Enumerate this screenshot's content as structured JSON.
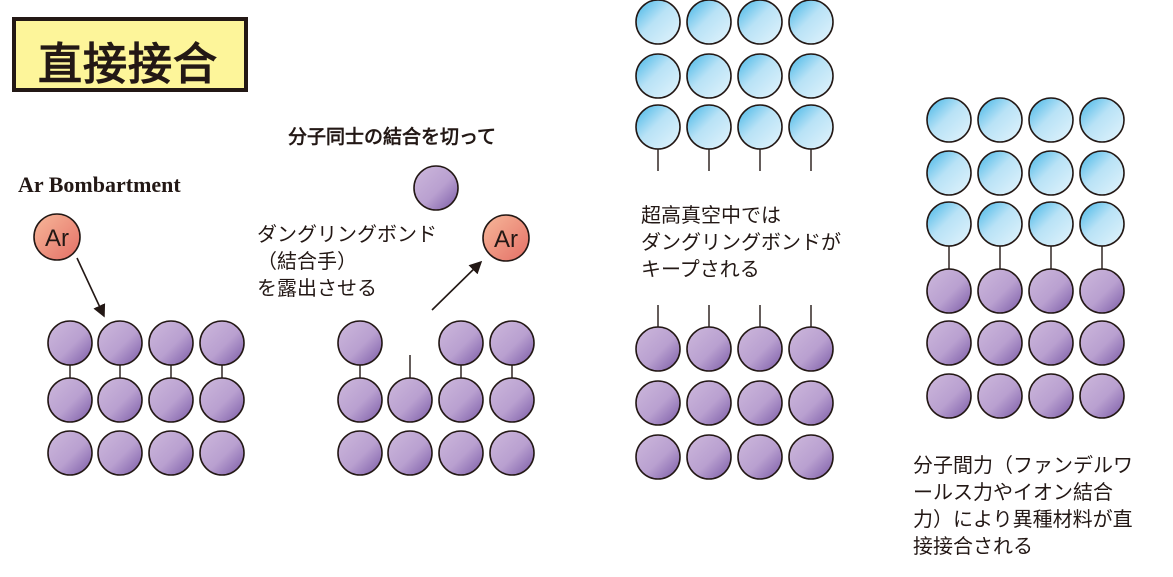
{
  "title": "直接接合",
  "colors": {
    "purple_light": "#cdb8dc",
    "purple_dark": "#7a5aa6",
    "blue_light": "#cfeaf8",
    "blue_dark": "#3fb4e6",
    "ar_light": "#f7b89a",
    "ar_dark": "#e46f66",
    "title_bg": "#fdf59a"
  },
  "panel1": {
    "heading": "Ar Bombartment",
    "ar_label": "Ar"
  },
  "panel2": {
    "heading": "分子同士の結合を切って",
    "caption": [
      "ダングリングボンド",
      "（結合手）",
      "を露出させる"
    ],
    "ar_label": "Ar"
  },
  "panel3": {
    "caption": [
      "超高真空中では",
      "ダングリングボンドが",
      "キープされる"
    ]
  },
  "panel4": {
    "caption": [
      "分子間力（ファンデルワ",
      "ールス力やイオン結合",
      "力）により異種材料が直",
      "接接合される"
    ]
  }
}
